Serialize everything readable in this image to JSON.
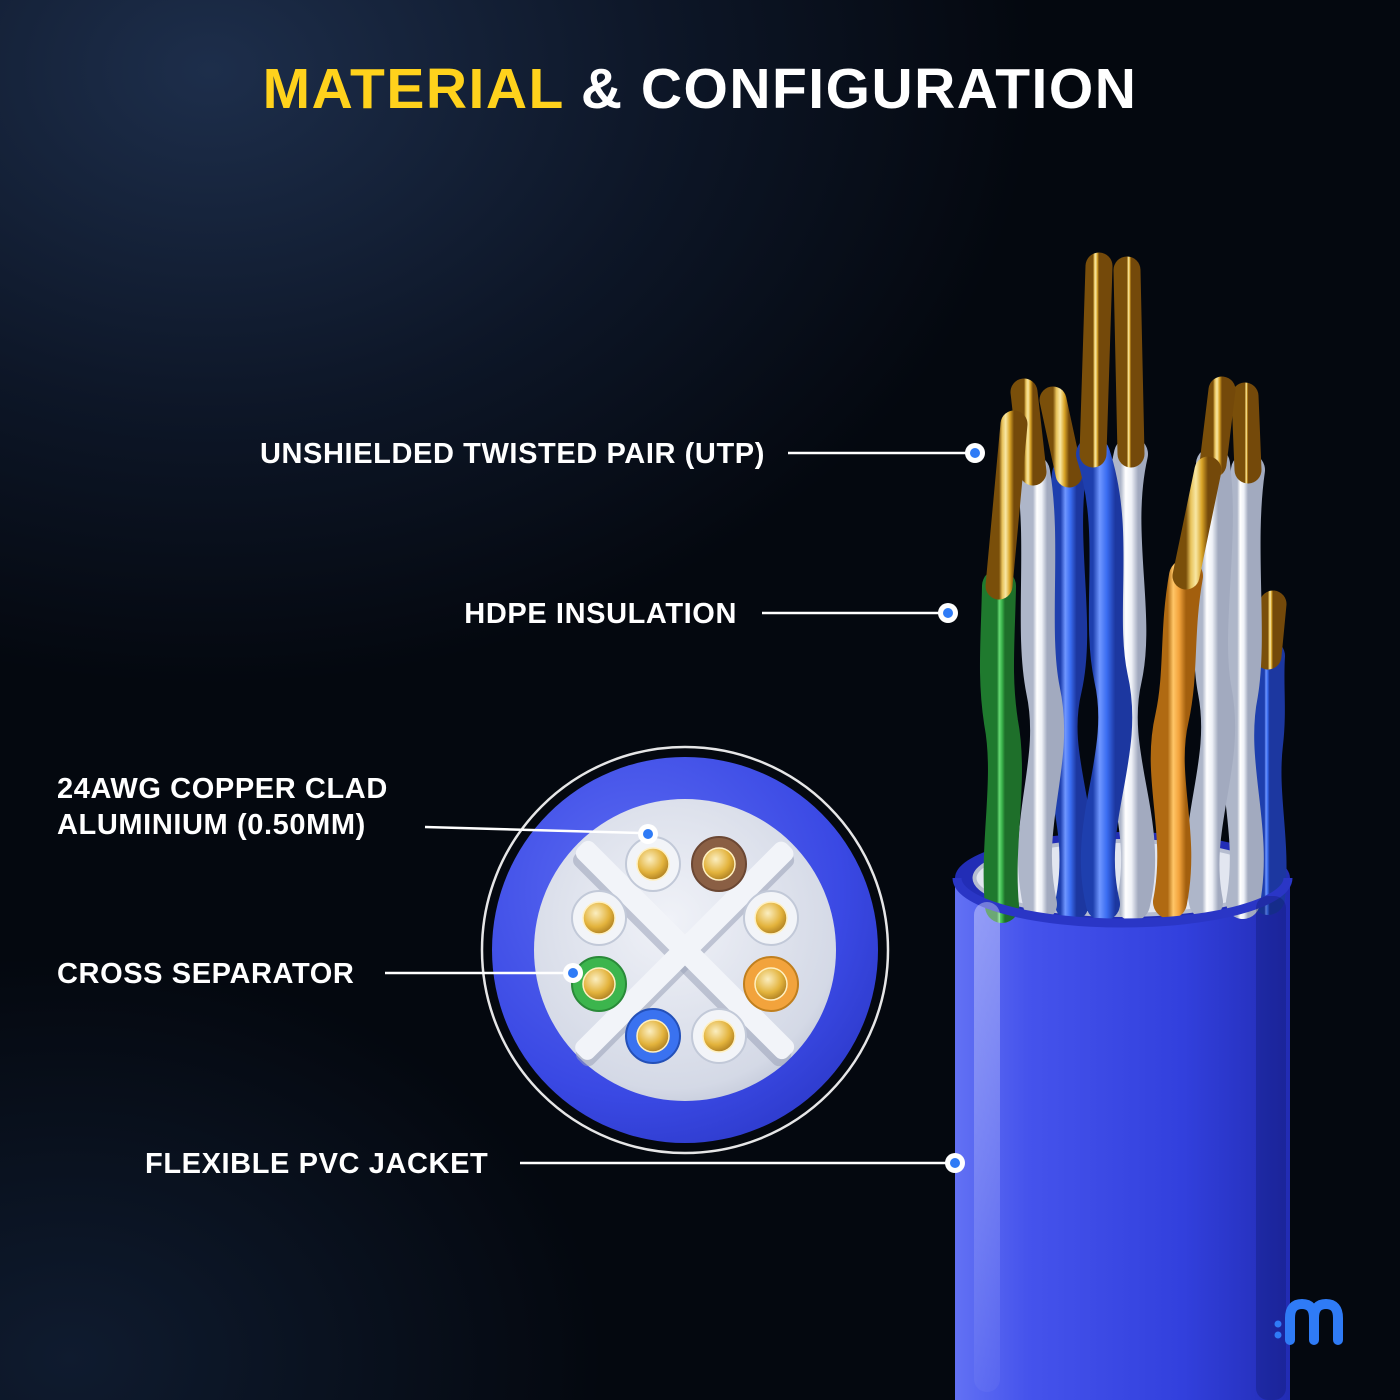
{
  "title": {
    "highlight": "MATERIAL",
    "rest": "& CONFIGURATION"
  },
  "callouts": {
    "utp": {
      "text": "UNSHIELDED TWISTED PAIR (UTP)"
    },
    "hdpe": {
      "text": "HDPE INSULATION"
    },
    "copper": {
      "line1": "24AWG COPPER CLAD",
      "line2": "ALUMINIUM (0.50MM)"
    },
    "separator": {
      "text": "CROSS SEPARATOR"
    },
    "jacket": {
      "text": "FLEXIBLE PVC JACKET"
    }
  },
  "icons": {
    "brand_logo": "wave-m-logo",
    "callout_dot": "dot-marker"
  },
  "colors": {
    "background": "#04080f",
    "background_glow": "#1d2e4b",
    "title_accent": "#ffd21c",
    "text": "#ffffff",
    "leader_dot": "#2f7bf6",
    "brand_blue": "#2f7bf6",
    "jacket_blue": "#3a49e4",
    "wire_blue": "#3a72f0",
    "wire_green": "#3cb54d",
    "wire_orange": "#f2a33c",
    "wire_brown": "#8a5f44",
    "wire_white": "#f2f4f8",
    "conductor_gold": "#d9a427"
  }
}
